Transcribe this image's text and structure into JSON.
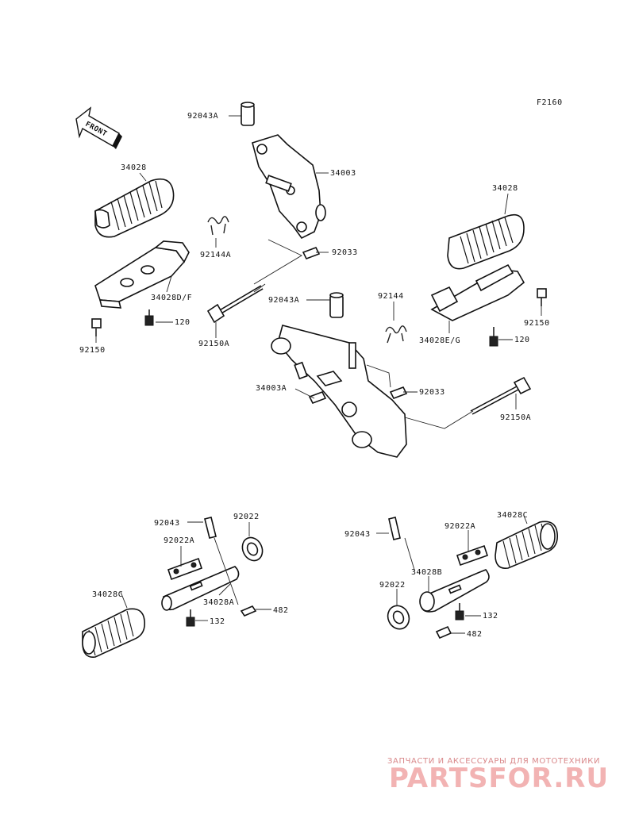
{
  "figure_code": "F2160",
  "front_label": "FRONT",
  "parts": {
    "p92043A_top": "92043A",
    "p34003": "34003",
    "p34028_left": "34028",
    "p92144A": "92144A",
    "p92033_top": "92033",
    "p34028DF": "34028D/F",
    "p120_left": "120",
    "p92150_left": "92150",
    "p92150A_left": "92150A",
    "p92043A_mid": "92043A",
    "p92144": "92144",
    "p34028_right": "34028",
    "p92150_right": "92150",
    "p34028EG": "34028E/G",
    "p120_right": "120",
    "p34003A": "34003A",
    "p92033_mid": "92033",
    "p92150A_right": "92150A",
    "p92043_bl": "92043",
    "p92022_bl": "92022",
    "p92022A_bl": "92022A",
    "p34028A": "34028A",
    "p34028C_bl": "34028C",
    "p482_bl": "482",
    "p132_bl": "132",
    "p92043_br": "92043",
    "p92022A_br": "92022A",
    "p34028C_br": "34028C",
    "p34028B": "34028B",
    "p92022_br": "92022",
    "p132_br": "132",
    "p482_br": "482"
  },
  "watermark": {
    "text": "ЗАПЧАСТИ И АКСЕССУАРЫ ДЛЯ МОТОТЕХНИКИ",
    "logo": "PARTSFOR.RU"
  }
}
